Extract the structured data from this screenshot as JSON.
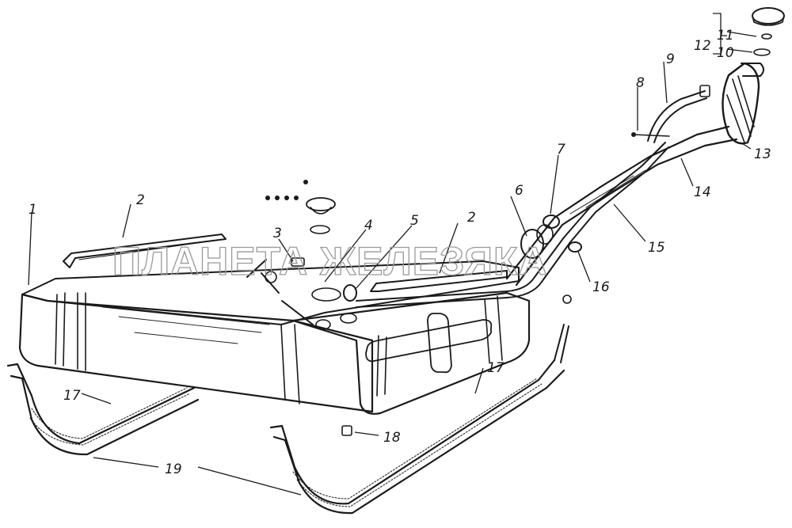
{
  "watermark": "ПЛАНЕТА ЖЕЛЕЗЯКА",
  "callouts": [
    {
      "id": "c1",
      "text": "1"
    },
    {
      "id": "c2a",
      "text": "2"
    },
    {
      "id": "c2b",
      "text": "2"
    },
    {
      "id": "c3",
      "text": "3"
    },
    {
      "id": "c4",
      "text": "4"
    },
    {
      "id": "c5",
      "text": "5"
    },
    {
      "id": "c6",
      "text": "6"
    },
    {
      "id": "c7",
      "text": "7"
    },
    {
      "id": "c8",
      "text": "8"
    },
    {
      "id": "c9",
      "text": "9"
    },
    {
      "id": "c10",
      "text": "10"
    },
    {
      "id": "c11",
      "text": "11"
    },
    {
      "id": "c12",
      "text": "12"
    },
    {
      "id": "c13",
      "text": "13"
    },
    {
      "id": "c14",
      "text": "14"
    },
    {
      "id": "c15",
      "text": "15"
    },
    {
      "id": "c16",
      "text": "16"
    },
    {
      "id": "c17a",
      "text": "17"
    },
    {
      "id": "c17b",
      "text": "17"
    },
    {
      "id": "c18",
      "text": "18"
    },
    {
      "id": "c19",
      "text": "19"
    }
  ]
}
